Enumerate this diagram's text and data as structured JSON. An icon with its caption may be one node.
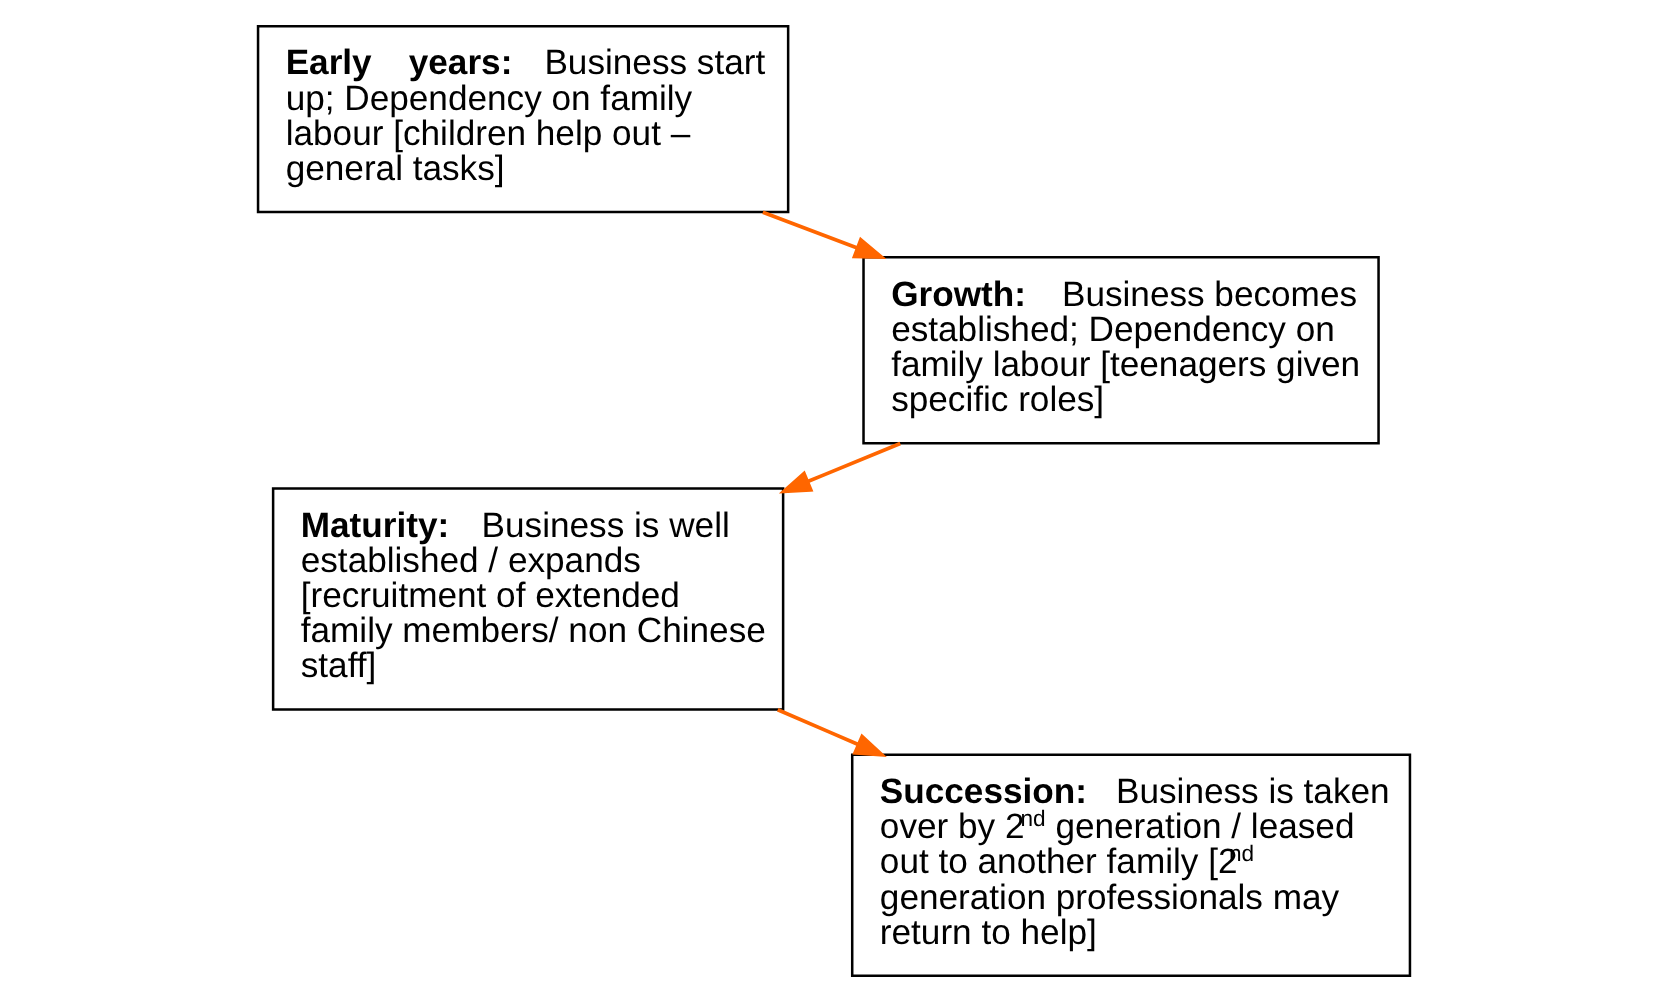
{
  "diagram": {
    "nodes": [
      {
        "text": [
          "**Early years:** Business start up; Dependency on family labour [children help out – general tasks]"
        ]
      },
      {
        "text": [
          "**Growth:** Business becomes established; Dependency on family labour [teenagers given specific roles]"
        ]
      },
      {
        "text": [
          "**Maturity:** Business is well established / expands [recruitment of extended family members/ non Chinese staff]"
        ]
      },
      {
        "text": [
          "**Succession:** Business is taken over by 2$^{nd}$ generation / leased out to another family [2$^{nd}$ generation professionals may return to help]"
        ]
      }
    ],
    "edges": [
      {
        "from": 0,
        "to": 1,
        "arrow": "to"
      },
      {
        "from": 1,
        "to": 2,
        "arrow": "to"
      },
      {
        "from": 2,
        "to": 3,
        "arrow": "to"
      }
    ]
  }
}
